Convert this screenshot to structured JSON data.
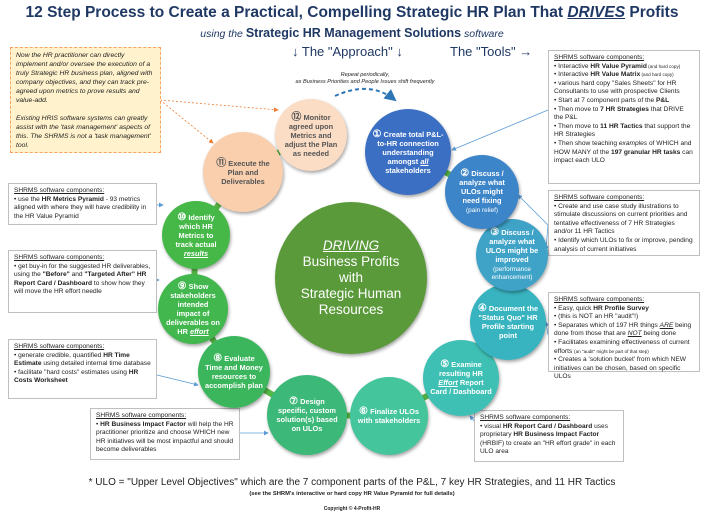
{
  "title": {
    "main": "12 Step Process to Create a Practical, Compelling Strategic HR Plan That ",
    "emph": "DRIVES",
    "end": " Profits"
  },
  "subtitle": {
    "pre": "using the ",
    "name": "Strategic HR Management Solutions",
    "post": " software"
  },
  "approach_label": "↓ The \"Approach\" ↓",
  "tools_label": "The \"Tools\" →",
  "repeat_note": {
    "line1": "Repeat periodically,",
    "line2": "as Business Priorities and People Issues shift frequently"
  },
  "center": {
    "emph": "DRIVING",
    "line1": "Business Profits",
    "line2": "with",
    "line3": "Strategic Human",
    "line4": "Resources"
  },
  "colors": {
    "title": "#1f3864",
    "center": "#5a9a3a",
    "peach": "#f9cfae",
    "blue": "#3a6fc4",
    "teal": "#3fb5bf",
    "green": "#3cb65c"
  },
  "steps": [
    {
      "num": "①",
      "parts": [
        {
          "t": " Create total P&L-to-HR connection understanding amongst "
        },
        {
          "t": "all",
          "s": "i u"
        },
        {
          "t": " stakeholders"
        }
      ]
    },
    {
      "num": "②",
      "parts": [
        {
          "t": " Discuss / analyze what ULOs might need fixing"
        }
      ],
      "sub": "(pain relief)"
    },
    {
      "num": "③",
      "parts": [
        {
          "t": " Discuss / analyze what ULOs might be improved"
        }
      ],
      "sub": "(performance enhancement)"
    },
    {
      "num": "④",
      "parts": [
        {
          "t": " Document the \"Status Quo\" HR Profile starting point"
        }
      ]
    },
    {
      "num": "⑤",
      "parts": [
        {
          "t": " Examine resulting HR "
        },
        {
          "t": "Effort",
          "s": "i u"
        },
        {
          "t": " Report Card / Dashboard"
        }
      ]
    },
    {
      "num": "⑥",
      "parts": [
        {
          "t": " Finalize ULOs with stakeholders"
        }
      ]
    },
    {
      "num": "⑦",
      "parts": [
        {
          "t": " Design specific, custom solution(s) based on ULOs"
        }
      ]
    },
    {
      "num": "⑧",
      "parts": [
        {
          "t": " Evaluate Time and Money resources to accomplish plan"
        }
      ]
    },
    {
      "num": "⑨",
      "parts": [
        {
          "t": " Show stakeholders intended impact of deliverables on HR "
        },
        {
          "t": "effort",
          "s": "i u"
        }
      ]
    },
    {
      "num": "⑩",
      "parts": [
        {
          "t": " Identify which HR Metrics to track actual "
        },
        {
          "t": "results",
          "s": "i u"
        }
      ]
    },
    {
      "num": "⑪",
      "parts": [
        {
          "t": " Execute the Plan and Deliverables"
        }
      ]
    },
    {
      "num": "⑫",
      "parts": [
        {
          "t": " Monitor agreed upon Metrics and adjust the Plan as needed"
        }
      ]
    }
  ],
  "boxes": {
    "intro": {
      "paras": [
        [
          {
            "t": "Now the HR practitioner can directly implement and/or oversee the execution of a truly Strategic HR business plan, aligned with company objectives, and they can track pre-agreed upon metrics to prove results and value-add."
          }
        ],
        [
          {
            "t": "Existing HRIS software systems can greatly assist with the 'task management' aspects of this.  The SHRMS is not a 'task management' tool."
          }
        ]
      ]
    },
    "tools_1": {
      "head": "SHRMS software components:",
      "paras": [
        [
          {
            "t": "• Interactive "
          },
          {
            "t": "HR Value Pyramid",
            "s": "b"
          },
          {
            "t": " (and hard copy)",
            "s": "s"
          }
        ],
        [
          {
            "t": "• Interactive "
          },
          {
            "t": "HR Value Matrix",
            "s": "b"
          },
          {
            "t": " (and hard copy)",
            "s": "s"
          }
        ],
        [
          {
            "t": "• various hard copy \"Sales Sheets\" for HR Consultants to use with prospective Clients"
          }
        ],
        [
          {
            "t": "• Start at 7 component parts of the "
          },
          {
            "t": "P&L",
            "s": "b"
          }
        ],
        [
          {
            "t": "• Then move to "
          },
          {
            "t": "7 HR Strategies",
            "s": "b"
          },
          {
            "t": " that DRIVE the P&L"
          }
        ],
        [
          {
            "t": "• Then move to "
          },
          {
            "t": "11 HR Tactics",
            "s": "b"
          },
          {
            "t": " that support the HR Strategies"
          }
        ],
        [
          {
            "t": "• Then show teaching "
          },
          {
            "t": "examples",
            "s": "i"
          },
          {
            "t": " of WHICH and HOW MANY of the "
          },
          {
            "t": "197 granular HR tasks",
            "s": "b"
          },
          {
            "t": " can impact each ULO"
          }
        ]
      ]
    },
    "tools_2": {
      "head": "SHRMS software components:",
      "paras": [
        [
          {
            "t": "• Create and use case study illustrations to stimulate discussions on current priorities and tentative effectiveness of 7 HR Strategies and/or 11 HR Tactics"
          }
        ],
        [
          {
            "t": "• Identify which ULOs to fix or improve, pending analysis of current initiatives"
          }
        ]
      ]
    },
    "tools_3": {
      "head": "SHRMS software components:",
      "paras": [
        [
          {
            "t": "• Easy, quick "
          },
          {
            "t": "HR Profile Survey",
            "s": "b"
          }
        ],
        [
          {
            "t": "• (this is NOT an HR \"audit\"!)"
          }
        ],
        [
          {
            "t": "• Separates which of 197 HR things "
          },
          {
            "t": "ARE",
            "s": "i u"
          },
          {
            "t": " being done from those that are "
          },
          {
            "t": "NOT",
            "s": "i u"
          },
          {
            "t": " being done"
          }
        ],
        [
          {
            "t": "• Facilitates examining effectiveness of current efforts "
          },
          {
            "t": "(an \"audit\" might be part of that step)",
            "s": "s"
          }
        ],
        [
          {
            "t": "• Creates a 'solution bucket' from which NEW initiatives can be chosen, based on specific ULOs"
          }
        ]
      ]
    },
    "tools_4": {
      "head": "SHRMS software components:",
      "paras": [
        [
          {
            "t": "• visual "
          },
          {
            "t": "HR Report Card / Dashboard",
            "s": "b"
          },
          {
            "t": " uses proprietary "
          },
          {
            "t": "HR Business Impact Factor",
            "s": "b"
          },
          {
            "t": " (HRBIF) to create an \"HR effort grade\" in each ULO area"
          }
        ]
      ]
    },
    "tools_5": {
      "head": "SHRMS software components:",
      "paras": [
        [
          {
            "t": "• "
          },
          {
            "t": "HR Business Impact Factor",
            "s": "b"
          },
          {
            "t": " will help the HR practitioner prioritize and choose WHICH new HR initiatives will be most impactful and should become deliverables"
          }
        ]
      ]
    },
    "tools_6": {
      "head": "SHRMS software components:",
      "paras": [
        [
          {
            "t": "• generate credible, quantified "
          },
          {
            "t": "HR Time Estimate",
            "s": "b"
          },
          {
            "t": " using detailed internal time database"
          }
        ],
        [
          {
            "t": "• facilitate \"hard costs\" estimates using "
          },
          {
            "t": "HR Costs Worksheet",
            "s": "b"
          }
        ]
      ]
    },
    "tools_7": {
      "head": "SHRMS software components:",
      "paras": [
        [
          {
            "t": "• get buy-in for the suggested HR deliverables, using the "
          },
          {
            "t": "\"Before\"",
            "s": "b"
          },
          {
            "t": " and "
          },
          {
            "t": "\"Targeted After\" HR Report Card / Dashboard",
            "s": "b"
          },
          {
            "t": " to show how they will move the HR effort needle"
          }
        ]
      ]
    },
    "tools_8": {
      "head": "SHRMS software components:",
      "paras": [
        [
          {
            "t": "• use the "
          },
          {
            "t": "HR Metrics Pyramid",
            "s": "b"
          },
          {
            "t": " - 93 metrics aligned with where they will have credibility in the HR Value Pyramid"
          }
        ]
      ]
    }
  },
  "footnote": {
    "main": "*  ULO = \"Upper Level Objectives\"  which are the 7 component parts of the P&L, 7 key HR Strategies, and 11 HR Tactics",
    "sub": "(see the SHRM's interactive or hard copy HR Value Pyramid for full details)",
    "copyright": "Copyright © 4-Profit-HR"
  }
}
